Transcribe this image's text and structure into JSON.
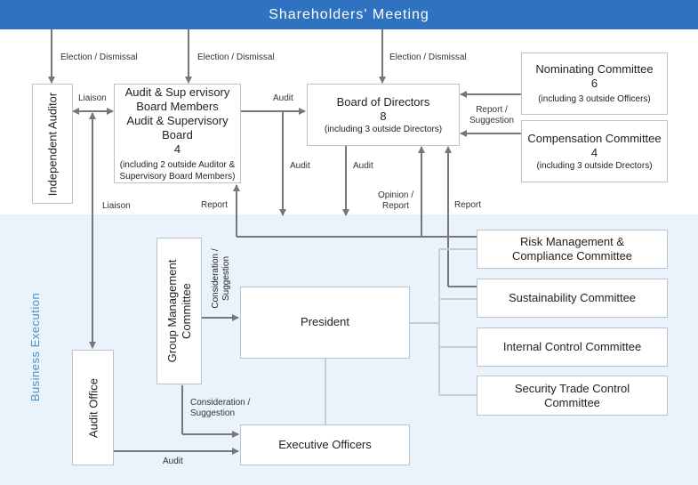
{
  "header": {
    "title": "Shareholders' Meeting"
  },
  "section": {
    "business_execution": "Business Execution"
  },
  "boxes": {
    "independent_auditor": "Independent Auditor",
    "audit_board": {
      "line1": "Audit & Sup ervisory",
      "line2": "Board Members",
      "line3": "Audit & Supervisory Board",
      "count": "4",
      "note1": "(including 2 outside Auditor &",
      "note2": "Supervisory Board Members)"
    },
    "board_of_directors": {
      "title": "Board of Directors",
      "count": "8",
      "note": "(including 3 outside Directors)"
    },
    "nominating": {
      "title": "Nominating Committee",
      "count": "6",
      "note": "(including 3 outside Officers)"
    },
    "compensation": {
      "title": "Compensation Committee",
      "count": "4",
      "note": "(including 3 outside Drectors)"
    },
    "risk": {
      "line1": "Risk Management &",
      "line2": "Compliance Committee"
    },
    "sustainability": "Sustainability Committee",
    "internal_control": "Internal Control Committee",
    "security": {
      "line1": "Security Trade Control",
      "line2": "Committee"
    },
    "group_mgmt": {
      "line1": "Group Management",
      "line2": "Committee"
    },
    "president": "President",
    "executive_officers": "Executive Officers",
    "audit_office": "Audit Office"
  },
  "labels": {
    "election_dismissal": "Election / Dismissal",
    "liaison": "Liaison",
    "audit": "Audit",
    "report": "Report",
    "report_suggestion_1": "Report /",
    "report_suggestion_2": "Suggestion",
    "opinion_report_1": "Opinion /",
    "opinion_report_2": "Report",
    "consideration_1": "Consideration /",
    "consideration_2": "Suggestion"
  }
}
